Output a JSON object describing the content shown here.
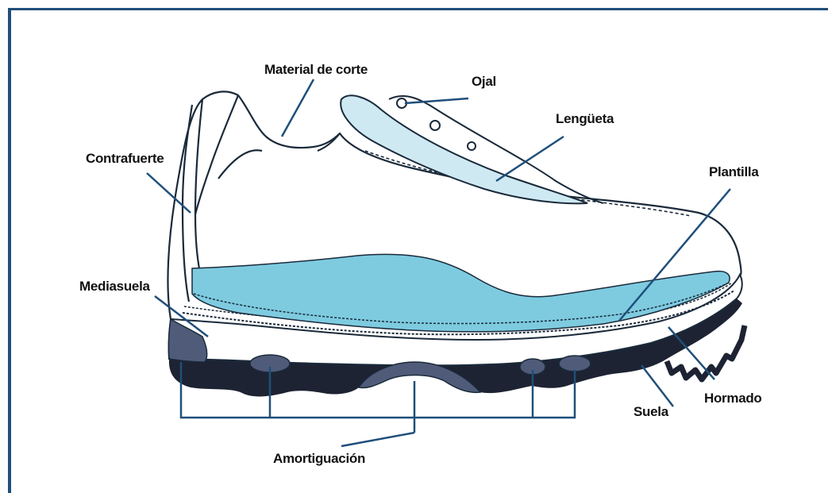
{
  "labels": {
    "material_de_corte": "Material de corte",
    "ojal": "Ojal",
    "lenguueta": "Lengüeta",
    "contrafuerte": "Contrafuerte",
    "plantilla": "Plantilla",
    "mediasuela": "Mediasuela",
    "hormado": "Hormado",
    "suela": "Suela",
    "amortiguacion": "Amortiguación"
  },
  "colors": {
    "frame": "#1f4f7a",
    "leader_line": "#1f4f7a",
    "outline": "#1a2a3a",
    "insole_fill": "#7ecbe0",
    "tongue_fill": "#cfe9f3",
    "cushion_fill": "#505b7a",
    "sole_fill": "#1d2333"
  }
}
